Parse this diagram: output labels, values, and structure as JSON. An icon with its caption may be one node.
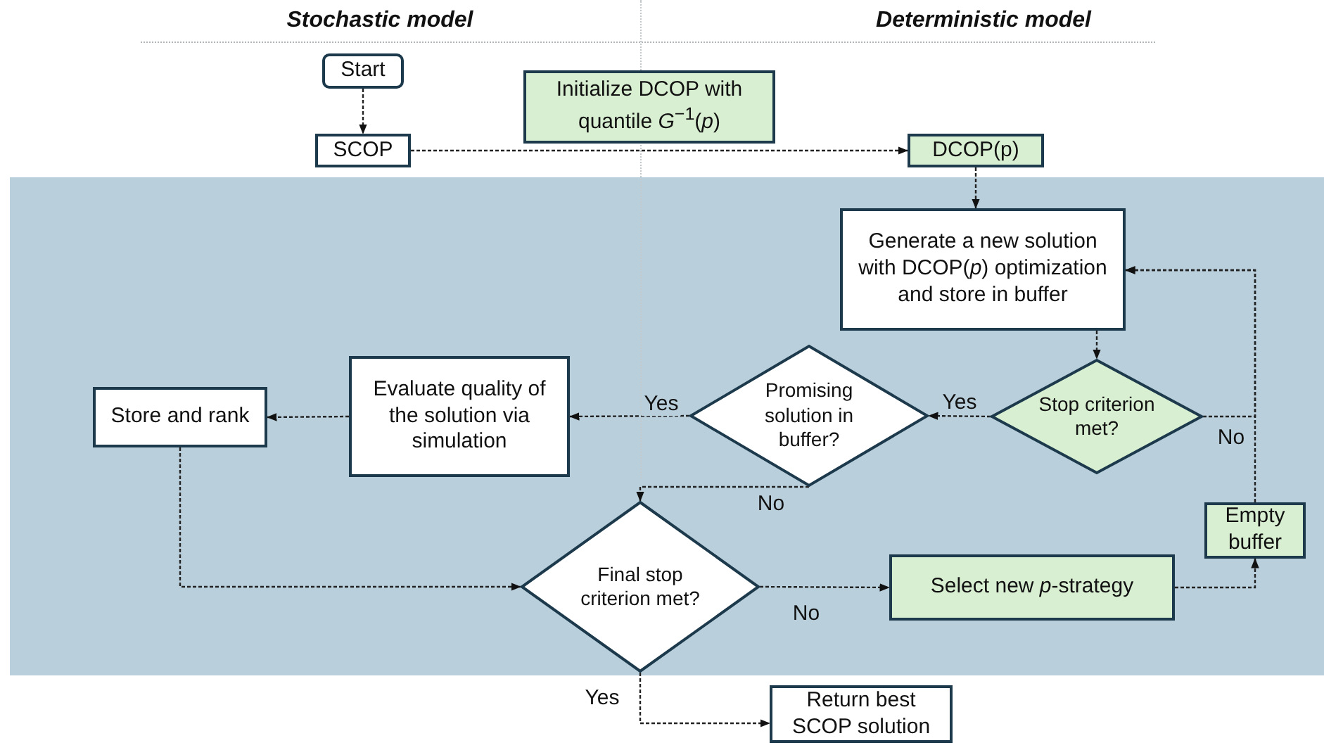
{
  "diagram": {
    "nodes": [
      {
        "text": [
          "Start"
        ]
      },
      {
        "text": [
          "SCOP"
        ]
      },
      {
        "text": [
          "Initialize DCOP with quantile *G*$^{−1}$(*p*)"
        ]
      },
      {
        "text": [
          "DCOP(p)"
        ]
      },
      {
        "text": [],
        "shape": "box"
      },
      {
        "text": [
          "Generate a new solution with DCOP(*p*) optimization and store in buffer"
        ],
        "in": 4
      },
      {
        "text": [
          "Stop criterion met?"
        ],
        "in": 4
      },
      {
        "text": [
          "Promising solution in buffer?"
        ],
        "in": 4
      },
      {
        "text": [
          "Evaluate quality of the solution via simulation"
        ],
        "in": 4
      },
      {
        "text": [
          "Store and rank"
        ],
        "in": 4
      },
      {
        "text": [
          "Final stop criterion met?"
        ],
        "in": 4
      },
      {
        "text": [
          "Select new *p*-strategy"
        ],
        "in": 4
      },
      {
        "text": [
          "Empty buffer"
        ],
        "in": 4
      },
      {
        "text": [
          "Return best SCOP solution"
        ]
      }
    ],
    "edges": [
      {
        "from": 0,
        "to": 1,
        "arrow": "to"
      },
      {
        "from": 1,
        "to": 3,
        "arrow": "to"
      },
      {
        "from": 3,
        "to": 5,
        "arrow": "to"
      },
      {
        "from": 5,
        "to": 6,
        "arrow": "to"
      },
      {
        "from": 6,
        "to": 7,
        "arrow": "to",
        "label": "Yes"
      },
      {
        "from": 6,
        "to": 5,
        "arrow": "to",
        "label": "No"
      },
      {
        "from": 12,
        "to": 5,
        "arrow": "to"
      },
      {
        "from": 7,
        "to": 8,
        "arrow": "to",
        "label": "Yes"
      },
      {
        "from": 8,
        "to": 9,
        "arrow": "to"
      },
      {
        "from": 7,
        "to": 10,
        "arrow": "to",
        "label": "No"
      },
      {
        "from": 9,
        "to": 10,
        "arrow": "to"
      },
      {
        "from": 10,
        "to": 11,
        "arrow": "to",
        "label": "No"
      },
      {
        "from": 11,
        "to": 12,
        "arrow": "to"
      },
      {
        "from": 10,
        "to": 13,
        "arrow": "to",
        "label": "Yes"
      }
    ],
    "labels": [
      "Stochastic model",
      "Deterministic model"
    ]
  }
}
